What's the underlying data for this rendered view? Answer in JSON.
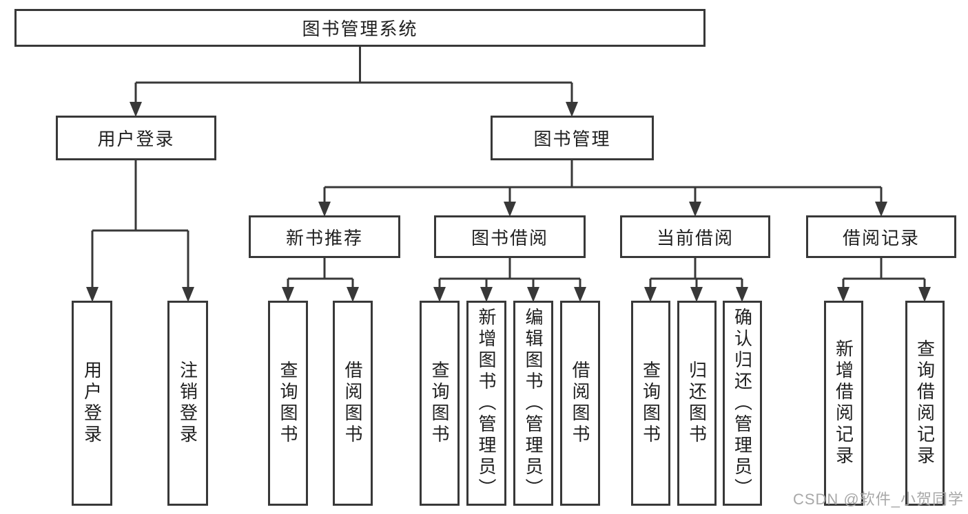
{
  "tree": {
    "root": {
      "label": "图书管理系统"
    },
    "children": [
      {
        "label": "用户登录",
        "children": [
          {
            "label": "用户登录"
          },
          {
            "label": "注销登录"
          }
        ]
      },
      {
        "label": "图书管理",
        "children": [
          {
            "label": "新书推荐",
            "children": [
              {
                "label": "查询图书"
              },
              {
                "label": "借阅图书"
              }
            ]
          },
          {
            "label": "图书借阅",
            "children": [
              {
                "label": "查询图书"
              },
              {
                "label": "新增图书（管理员）"
              },
              {
                "label": "编辑图书（管理员）"
              },
              {
                "label": "借阅图书"
              }
            ]
          },
          {
            "label": "当前借阅",
            "children": [
              {
                "label": "查询图书"
              },
              {
                "label": "归还图书"
              },
              {
                "label": "确认归还（管理员）"
              }
            ]
          },
          {
            "label": "借阅记录",
            "children": [
              {
                "label": "新增借阅记录"
              },
              {
                "label": "查询借阅记录"
              }
            ]
          }
        ]
      }
    ]
  },
  "watermark": "CSDN @软件_小贺同学",
  "colors": {
    "line": "#383838",
    "text": "#1f1f1f",
    "box_fill": "#ffffff",
    "watermark": "#a8a8a8",
    "background": "#ffffff"
  }
}
